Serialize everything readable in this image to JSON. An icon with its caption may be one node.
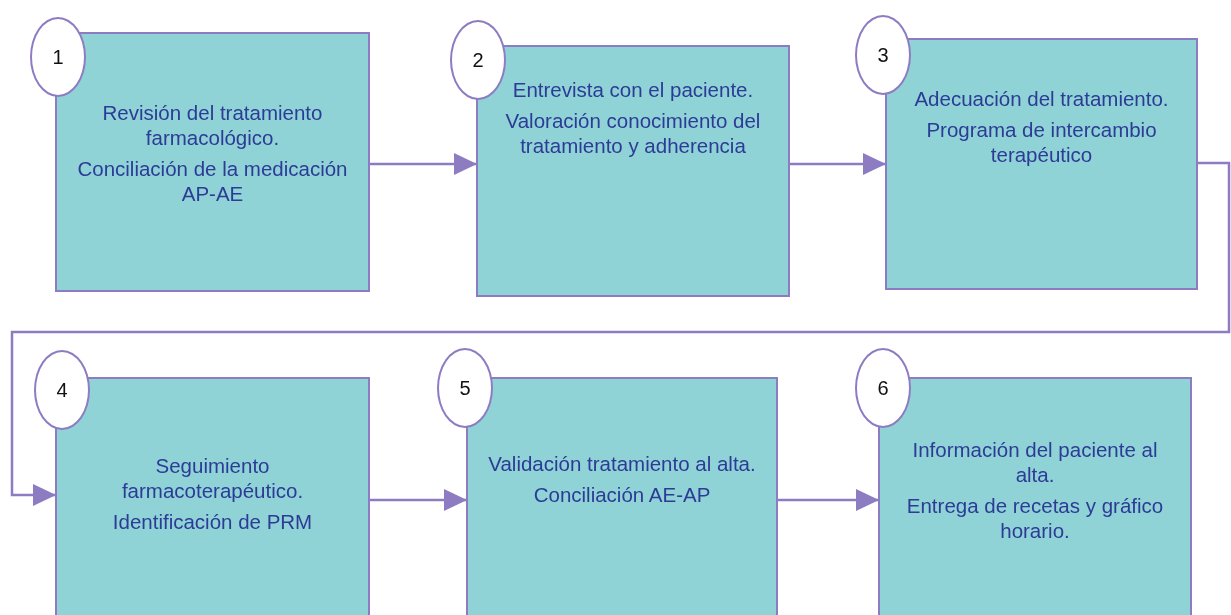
{
  "diagram": {
    "nodes": [
      {
        "text": [
          "1"
        ]
      },
      {
        "text": [
          "Revisión del tratamiento farmacológico.",
          "Conciliación de la medicación AP-AE"
        ]
      },
      {
        "text": [
          "2"
        ]
      },
      {
        "text": [
          "Entrevista con el paciente.",
          "Valoración conocimiento del tratamiento y adherencia"
        ]
      },
      {
        "text": [
          "3"
        ]
      },
      {
        "text": [
          "Adecuación del tratamiento.",
          "Programa de intercambio terapéutico"
        ]
      },
      {
        "text": [
          "4"
        ]
      },
      {
        "text": [
          "Seguimiento farmacoterapéutico.",
          "Identificación de PRM"
        ]
      },
      {
        "text": [
          "5"
        ]
      },
      {
        "text": [
          "Validación tratamiento al alta.",
          "Conciliación AE-AP"
        ]
      },
      {
        "text": [
          "6"
        ]
      },
      {
        "text": [
          "Información del paciente al alta.",
          "Entrega de recetas y gráfico horario."
        ]
      }
    ],
    "edges": [
      {
        "from": 1,
        "to": 3,
        "arrow": "to"
      },
      {
        "from": 3,
        "to": 5,
        "arrow": "to"
      },
      {
        "from": 5,
        "to": 7,
        "arrow": "to"
      },
      {
        "from": 7,
        "to": 9,
        "arrow": "to"
      },
      {
        "from": 9,
        "to": 11,
        "arrow": "to"
      }
    ]
  }
}
